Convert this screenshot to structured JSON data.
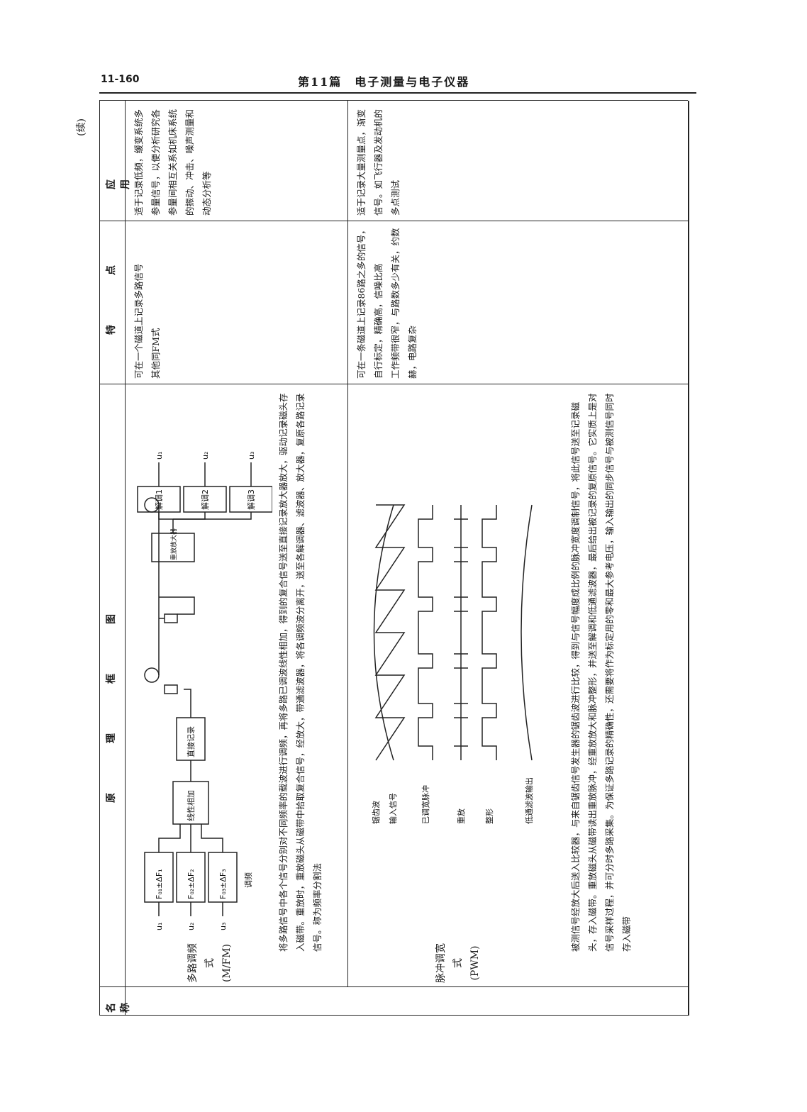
{
  "header": {
    "page_number": "11-160",
    "chapter_title": "第11篇　电子测量与电子仪器"
  },
  "table": {
    "continued_label": "(续)",
    "columns": [
      "名　称",
      "原　理　框　图",
      "特　点",
      "应　用"
    ],
    "rows": [
      {
        "name": "多路调频式",
        "name_abbr": "(M/FM)",
        "diagram": {
          "inputs": [
            "u₁",
            "u₂",
            "u₃"
          ],
          "carriers": [
            "F₀₁±ΔF₁",
            "F₀₂±ΔF₂",
            "F₀₃±ΔF₃"
          ],
          "modulate_label": "调频",
          "sum_block": "线性相加",
          "record_block": "直接记录",
          "playback_block": "重放放大器",
          "demods": [
            "解调1",
            "解调2",
            "解调3"
          ],
          "outputs": [
            "u₁",
            "u₂",
            "u₃"
          ]
        },
        "principle": "将多路信号中各个信号分别对不同频率的载波进行调频，再将多路已调波线性相加，得到的复合信号送至直接记录放大器放大，驱动记录磁头存入磁带。重放时，重放磁头从磁带中拾取复合信号，经放大，带通滤波器，将各调频波分离开，送至各解调器、滤波器、放大器，复原各路记录信号。称为频率分割法",
        "features": [
          "可在一个磁道上记录多路信号",
          "其他同FM式"
        ],
        "applications": "适于记录低频，缓变系统多参量信号，以便分析研究各参量间相互关系如机床系统的振动、冲击、噪声测量和动态分析等"
      },
      {
        "name": "脉冲调宽式",
        "name_abbr": "(PWM)",
        "diagram": {
          "labels": [
            "锯齿波",
            "输入信号",
            "已调宽脉冲",
            "重放",
            "整形",
            "低通滤波输出"
          ]
        },
        "principle": "被测信号经放大后送入比较器，与来自锯齿信号发生器的锯齿波进行比较，得到与信号幅度成比例的脉冲宽度调制信号，将此信号送至记录磁头，存入磁带。重放磁头从磁带读出重放脉冲，经重放放大和脉冲整形，并送至解调和低通滤波器，最后给出被记录的复原信号。它实质上是对信号采样过程，并可分时多路采集。为保证多路记录的精确性，还需要将作为标定用的零和最大参考电压，输入输出的同步信号与被测信号同时存入磁带",
        "features": [
          "可在一条磁道上记录86路之多的信号，自行标定，精确高，信噪比高",
          "工作频带很窄，与路数多少有关，约数赫，电路复杂"
        ],
        "applications": "适于记录大量测量点，渐变信号。如飞行器及发动机的多点测试"
      }
    ]
  }
}
